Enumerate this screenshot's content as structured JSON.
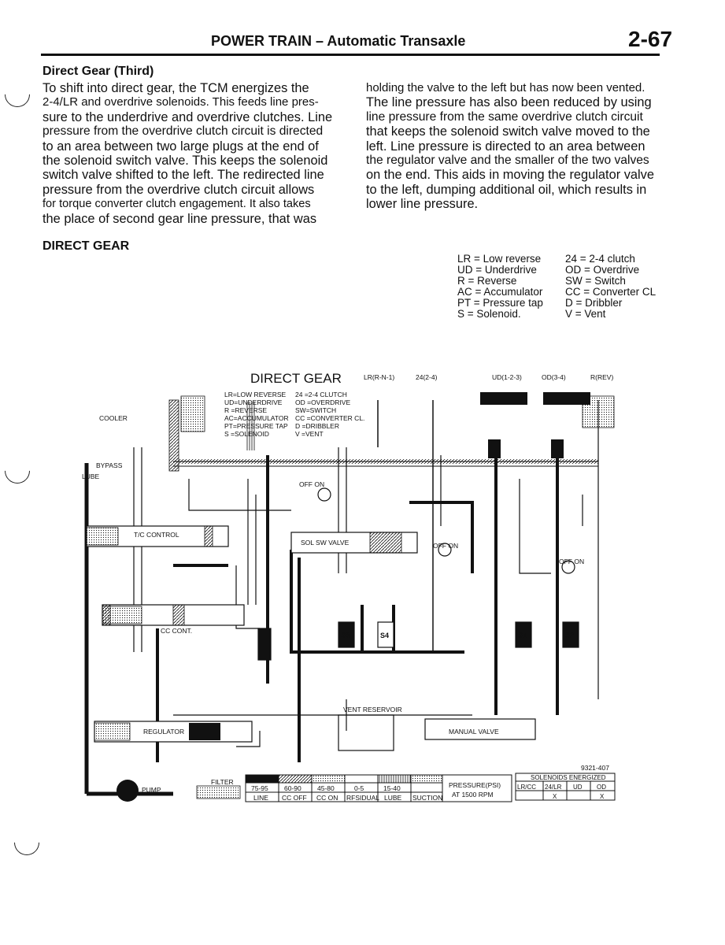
{
  "header": {
    "title": "POWER TRAIN – Automatic Transaxle",
    "page_number": "2-67"
  },
  "section": {
    "title": "Direct Gear (Third)",
    "left_column": [
      "To shift into direct gear, the TCM energizes the",
      "2-4/LR and overdrive solenoids. This feeds line pres-",
      "sure to the underdrive and overdrive clutches. Line",
      "pressure from the overdrive clutch circuit is directed",
      "to an area between two large plugs at the end of",
      "the solenoid switch valve. This keeps the solenoid",
      "switch valve shifted to the left. The redirected line",
      "pressure from the overdrive clutch circuit allows",
      "for torque converter clutch engagement. It also takes",
      "the place of second gear line pressure, that was"
    ],
    "right_column": [
      "holding the valve to the left but has now been vented.",
      "The line pressure has also been reduced by using",
      "line pressure from the same overdrive clutch circuit",
      "that keeps the solenoid switch valve moved to the",
      "left. Line pressure is directed to an area between",
      "the regulator valve and the smaller of the two valves",
      "on the end. This aids in moving the regulator valve",
      "to the left, dumping additional oil, which results in",
      "lower line pressure."
    ]
  },
  "figure_title": "DIRECT GEAR",
  "legend": {
    "left": [
      "LR = Low reverse",
      "UD = Underdrive",
      "R = Reverse",
      "AC = Accumulator",
      "PT = Pressure tap",
      "S = Solenoid."
    ],
    "right": [
      "24 = 2-4 clutch",
      "OD = Overdrive",
      "SW = Switch",
      "CC = Converter CL",
      "D = Dribbler",
      "V = Vent"
    ]
  },
  "diagram": {
    "title": "DIRECT GEAR",
    "key_left": [
      "LR=LOW REVERSE",
      "UD=UNDERDRIVE",
      "R =REVERSE",
      "AC=ACCUMULATOR",
      "PT=PRESSURE TAP",
      "S =SOLENOID"
    ],
    "key_right": [
      "24 =2-4 CLUTCH",
      "OD =OVERDRIVE",
      "SW=SWITCH",
      "CC =CONVERTER CL.",
      "D =DRIBBLER",
      "V =VENT"
    ],
    "top_labels": [
      "LR(R-N-1)",
      "24(2-4)",
      "UD(1-2-3)",
      "OD(3-4)",
      "R(REV)"
    ],
    "valves": [
      "T/C CONTROL",
      "CC CONT.",
      "REGULATOR",
      "SOL SW VALVE",
      "MANUAL VALVE"
    ],
    "components": [
      "COOLER",
      "BYPASS",
      "LUBE",
      "PUMP",
      "FILTER",
      "VENT RESERVOIR",
      "OFF ON"
    ],
    "part_number": "9321-407",
    "pressure_key": {
      "ranges": [
        "75-95",
        "60-90",
        "45-80",
        "0-5",
        "15-40",
        ""
      ],
      "names": [
        "LINE",
        "CC OFF",
        "CC ON",
        "RFSIDUAL",
        "LUBE",
        "SUCTION"
      ],
      "caption": [
        "PRESSURE(PSI)",
        "AT 1500 RPM"
      ]
    },
    "solenoids_energized": {
      "title": "SOLENOIDS ENERGIZED",
      "columns": [
        "LR/CC",
        "24/LR",
        "UD",
        "OD"
      ],
      "marks": [
        "",
        "X",
        "",
        "X"
      ]
    }
  }
}
